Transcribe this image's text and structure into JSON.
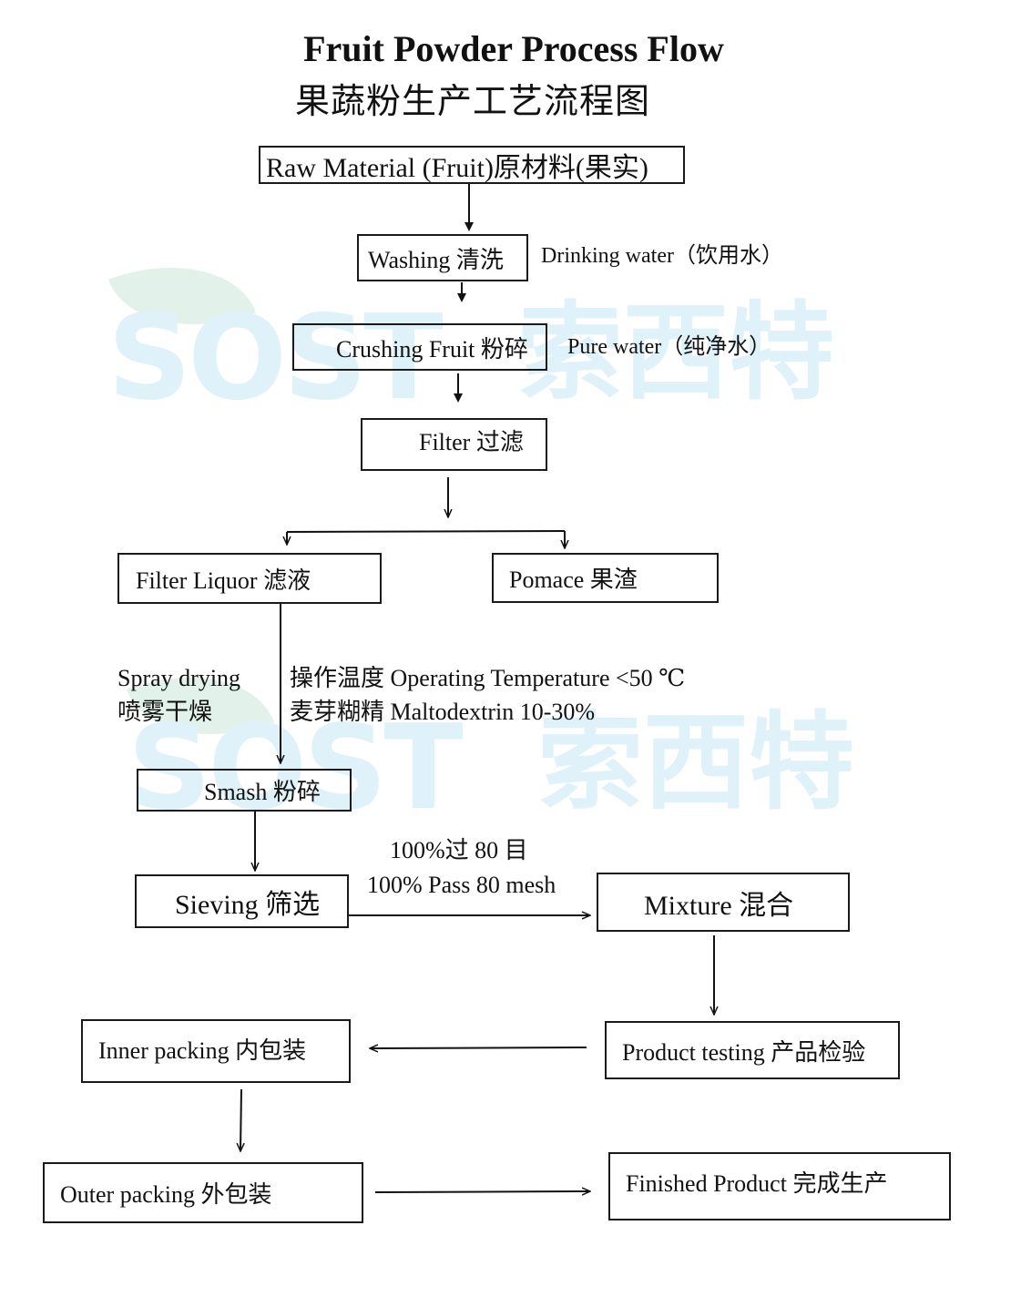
{
  "title": {
    "en": "Fruit Powder Process Flow",
    "zh": "果蔬粉生产工艺流程图"
  },
  "watermark": {
    "text_en": "SOST",
    "text_zh": "索西特",
    "color_text": "#dff1f9",
    "color_leaf": "#e2f2ea"
  },
  "steps": {
    "raw_material": "Raw Material (Fruit)原材料(果实)",
    "washing": "Washing 清洗",
    "crushing": "Crushing Fruit 粉碎",
    "filter": "Filter 过滤",
    "filter_liquor": "Filter Liquor 滤液",
    "pomace": "Pomace 果渣",
    "smash": "Smash 粉碎",
    "sieving": "Sieving 筛选",
    "mixture": "Mixture 混合",
    "product_testing": "Product testing 产品检验",
    "inner_packing": "Inner packing 内包装",
    "outer_packing": "Outer packing 外包装",
    "finished_product": "Finished Product 完成生产"
  },
  "annotations": {
    "washing_water": "Drinking water（饮用水）",
    "crushing_water": "Pure water（纯净水）",
    "spray_drying_en": "Spray drying",
    "spray_drying_zh": "喷雾干燥",
    "operating_temp": "操作温度 Operating Temperature <50 ℃",
    "maltodextrin": "麦芽糊精 Maltodextrin 10-30%",
    "mesh_zh": "100%过 80 目",
    "mesh_en": "100% Pass 80 mesh"
  }
}
